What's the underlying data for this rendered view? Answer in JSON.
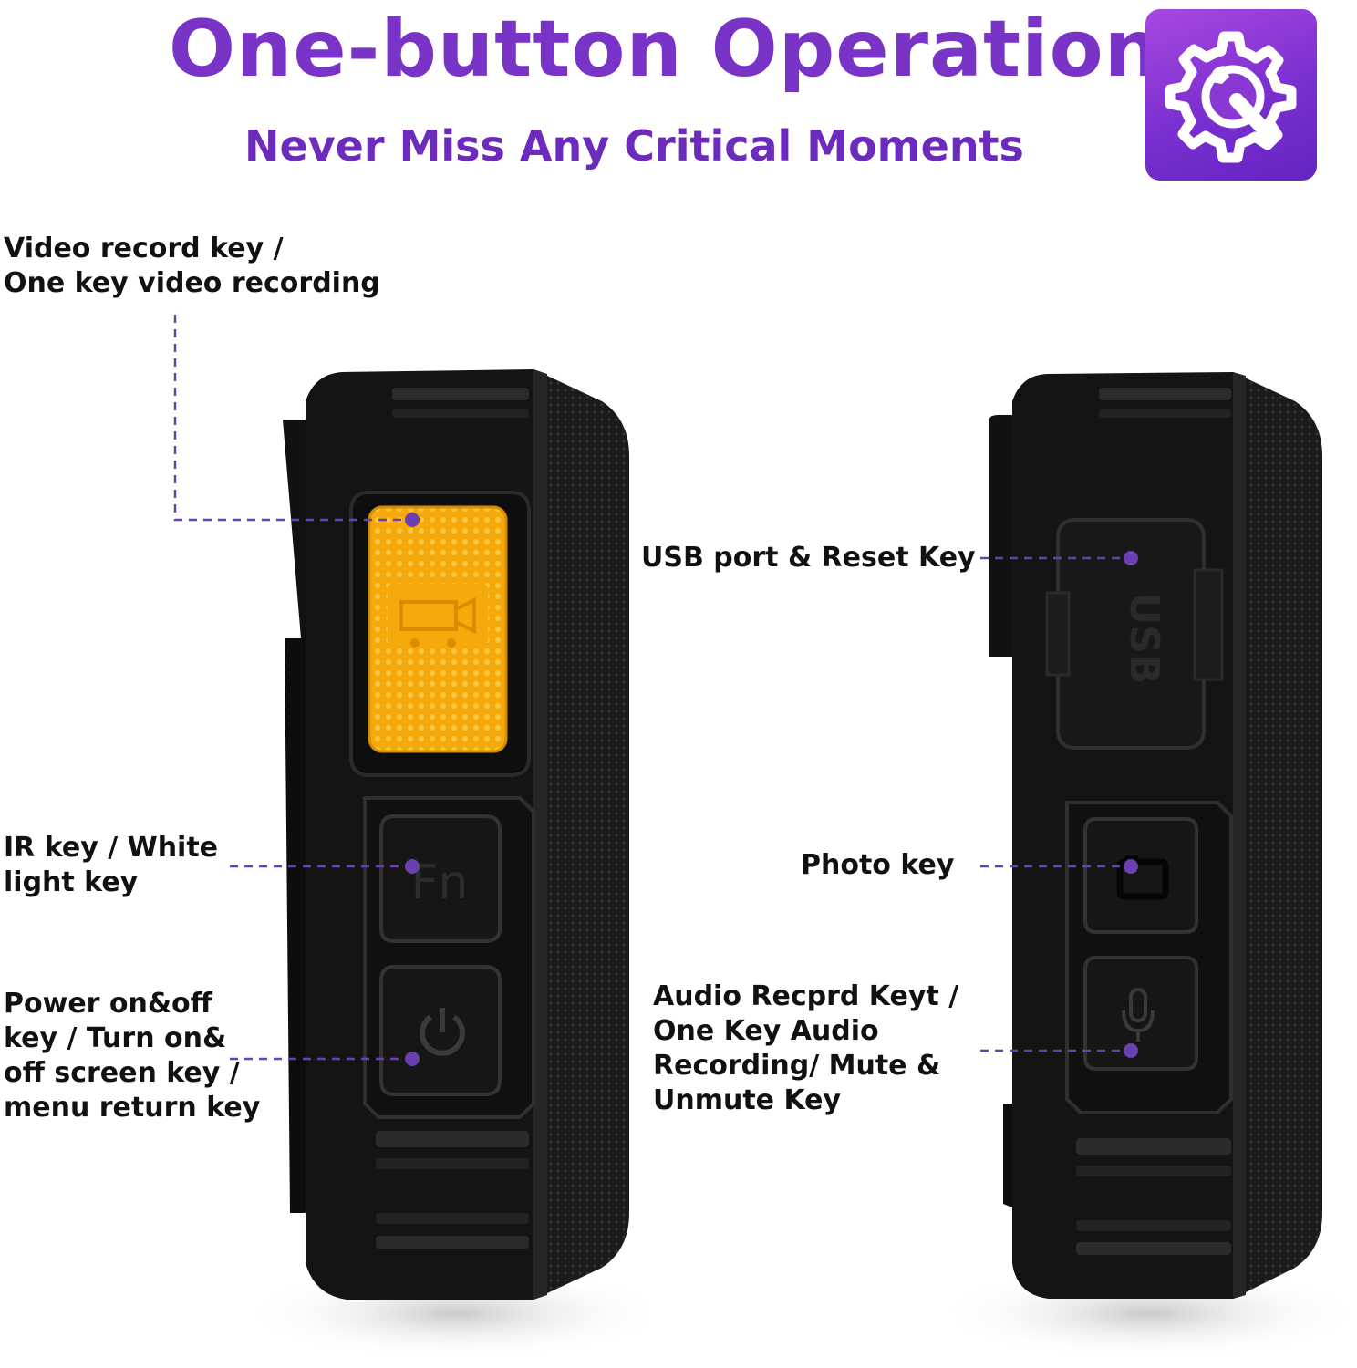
{
  "header": {
    "title": "One-button Operation",
    "subtitle": "Never Miss Any Critical Moments",
    "badge_icon": "gear-wrench-icon",
    "accent_color": "#7a33c7"
  },
  "left_device": {
    "labels": {
      "video_line1": "Video record key /",
      "video_line2": "One key video recording",
      "ir_line1": "IR key / White",
      "ir_line2": "light key",
      "power_line1": "Power on&off",
      "power_line2": "key / Turn on&",
      "power_line3": "off screen key /",
      "power_line4": "menu return key"
    },
    "fn_key_text": "Fn",
    "record_button_color": "#f7ad0c"
  },
  "right_device": {
    "labels": {
      "usb": "USB port & Reset Key",
      "photo": "Photo key",
      "audio_line1": "Audio Recprd Keyt /",
      "audio_line2": "One Key Audio",
      "audio_line3": "Recording/ Mute &",
      "audio_line4": "Unmute Key"
    },
    "usb_cover_text": "USB"
  }
}
